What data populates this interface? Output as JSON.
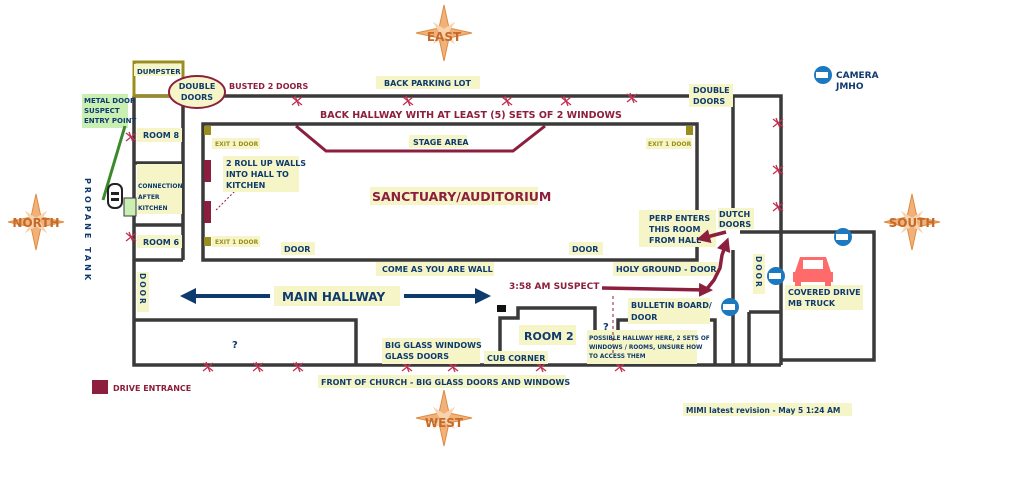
{
  "colors": {
    "wall": "#3a3a3a",
    "maroon": "#8c1e3e",
    "navy": "#0f3a6e",
    "highlight": "#f5f5c8",
    "green_highlight": "#c9f0b2",
    "compass": "#e59a5a",
    "camera": "#1c79c0",
    "truck": "#ff6b6b",
    "olive": "#9b8d1c"
  },
  "compass": {
    "east": "EAST",
    "west": "WEST",
    "north": "NORTH",
    "south": "SOUTH"
  },
  "legend": {
    "camera_label_1": "CAMERA",
    "camera_label_2": "JMHO",
    "drive_entrance": "DRIVE ENTRANCE",
    "revision": "MIMI latest revision - May 5  1:24 AM"
  },
  "labels": {
    "dumpster": "DUMPSTER",
    "double_doors_top_1": "DOUBLE",
    "double_doors_top_2": "DOORS",
    "busted_doors": "BUSTED 2 DOORS",
    "back_parking_lot": "BACK PARKING LOT",
    "double_doors_right_1": "DOUBLE",
    "double_doors_right_2": "DOORS",
    "back_hallway": "BACK HALLWAY WITH AT LEAST (5) SETS OF 2 WINDOWS",
    "metal_door_1": "METAL DOOR",
    "metal_door_2": "SUSPECT",
    "metal_door_3": "ENTRY POINT",
    "room8": "ROOM 8",
    "connection_1": "CONNECTION",
    "connection_2": "AFTER",
    "connection_3": "KITCHEN",
    "room6": "ROOM 6",
    "propane": "PROPANE TANK",
    "stage_area": "STAGE AREA",
    "exit_top_left": "EXIT 1 DOOR",
    "exit_top_right": "EXIT 1 DOOR",
    "exit_bottom_left": "EXIT 1 DOOR",
    "roll_up_1": "2 ROLL UP WALLS",
    "roll_up_2": "INTO HALL TO",
    "roll_up_3": "KITCHEN",
    "sanctuary": "SANCTUARY/AUDITORIUM",
    "perp_1": "PERP ENTERS",
    "perp_2": "THIS ROOM",
    "perp_3": "FROM HALL",
    "dutch_1": "DUTCH",
    "dutch_2": "DOORS",
    "door_bottom_left": "DOOR",
    "door_bottom_right": "DOOR",
    "door_vertical_left": "DOOR",
    "door_vertical_right": "DOOR",
    "come_as_you_are": "COME AS YOU ARE WALL",
    "main_hallway": "MAIN HALLWAY",
    "suspect_time": "3:58 AM SUSPECT",
    "holy_ground": "HOLY GROUND - DOOR",
    "bulletin_1": "BULLETIN BOARD/",
    "bulletin_2": "DOOR",
    "covered_1": "COVERED DRIVE",
    "covered_2": "MB TRUCK",
    "question_left": "?",
    "question_right": "?",
    "room2": "ROOM 2",
    "big_glass_1": "BIG GLASS WINDOWS",
    "big_glass_2": "GLASS DOORS",
    "cub_corner": "CUB CORNER",
    "possible_1": "POSSIBLE HALLWAY HERE, 2 SETS OF",
    "possible_2": "WINDOWS / ROOMS, UNSURE HOW",
    "possible_3": "TO ACCESS THEM",
    "front_of_church": "FRONT OF CHURCH - BIG GLASS DOORS AND WINDOWS"
  }
}
